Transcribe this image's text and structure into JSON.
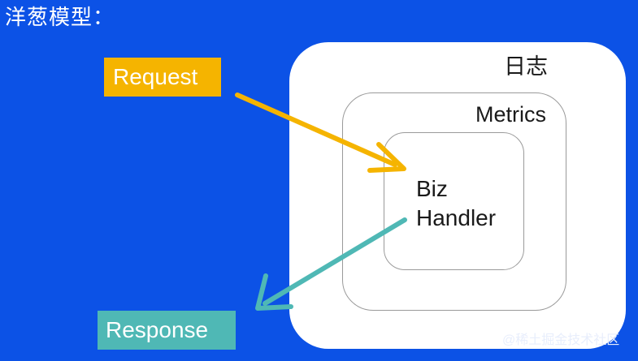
{
  "title": "洋葱模型：",
  "layers": {
    "outer": "日志",
    "middle": "Metrics",
    "inner": "Biz Handler"
  },
  "request_label": "Request",
  "response_label": "Response",
  "watermark": "@稀土掘金技术社区",
  "colors": {
    "background": "#0c52e6",
    "request": "#f5b400",
    "response": "#4fb8b5",
    "box_border": "#9a9a9a"
  }
}
